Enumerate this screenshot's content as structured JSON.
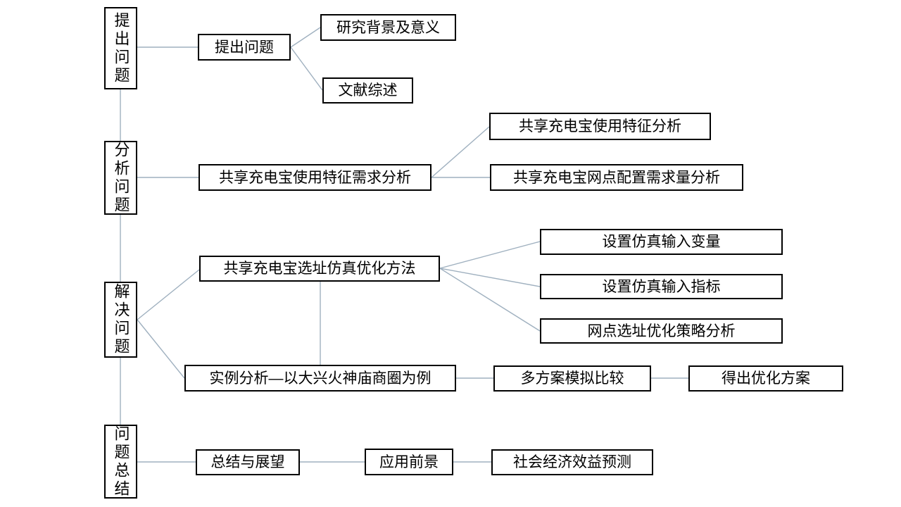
{
  "colors": {
    "background": "#ffffff",
    "box_border": "#000000",
    "text": "#000000",
    "connector": "#9fb0bf"
  },
  "diagram": {
    "spine": {
      "raise": "提出问题",
      "analyze": "分析问题",
      "solve": "解决问题",
      "summary": "问题总结"
    },
    "raise_branch": {
      "main": "提出问题",
      "background": "研究背景及意义",
      "literature": "文献综述"
    },
    "analyze_branch": {
      "main": "共享充电宝使用特征需求分析",
      "usage": "共享充电宝使用特征分析",
      "config": "共享充电宝网点配置需求量分析"
    },
    "solve_branch": {
      "method": "共享充电宝选址仿真优化方法",
      "sim_vars": "设置仿真输入变量",
      "sim_indicators": "设置仿真输入指标",
      "strategy": "网点选址优化策略分析",
      "case": "实例分析—以大兴火神庙商圈为例",
      "compare": "多方案模拟比较",
      "plan": "得出优化方案"
    },
    "summary_branch": {
      "main": "总结与展望",
      "application": "应用前景",
      "benefit": "社会经济效益预测"
    }
  }
}
